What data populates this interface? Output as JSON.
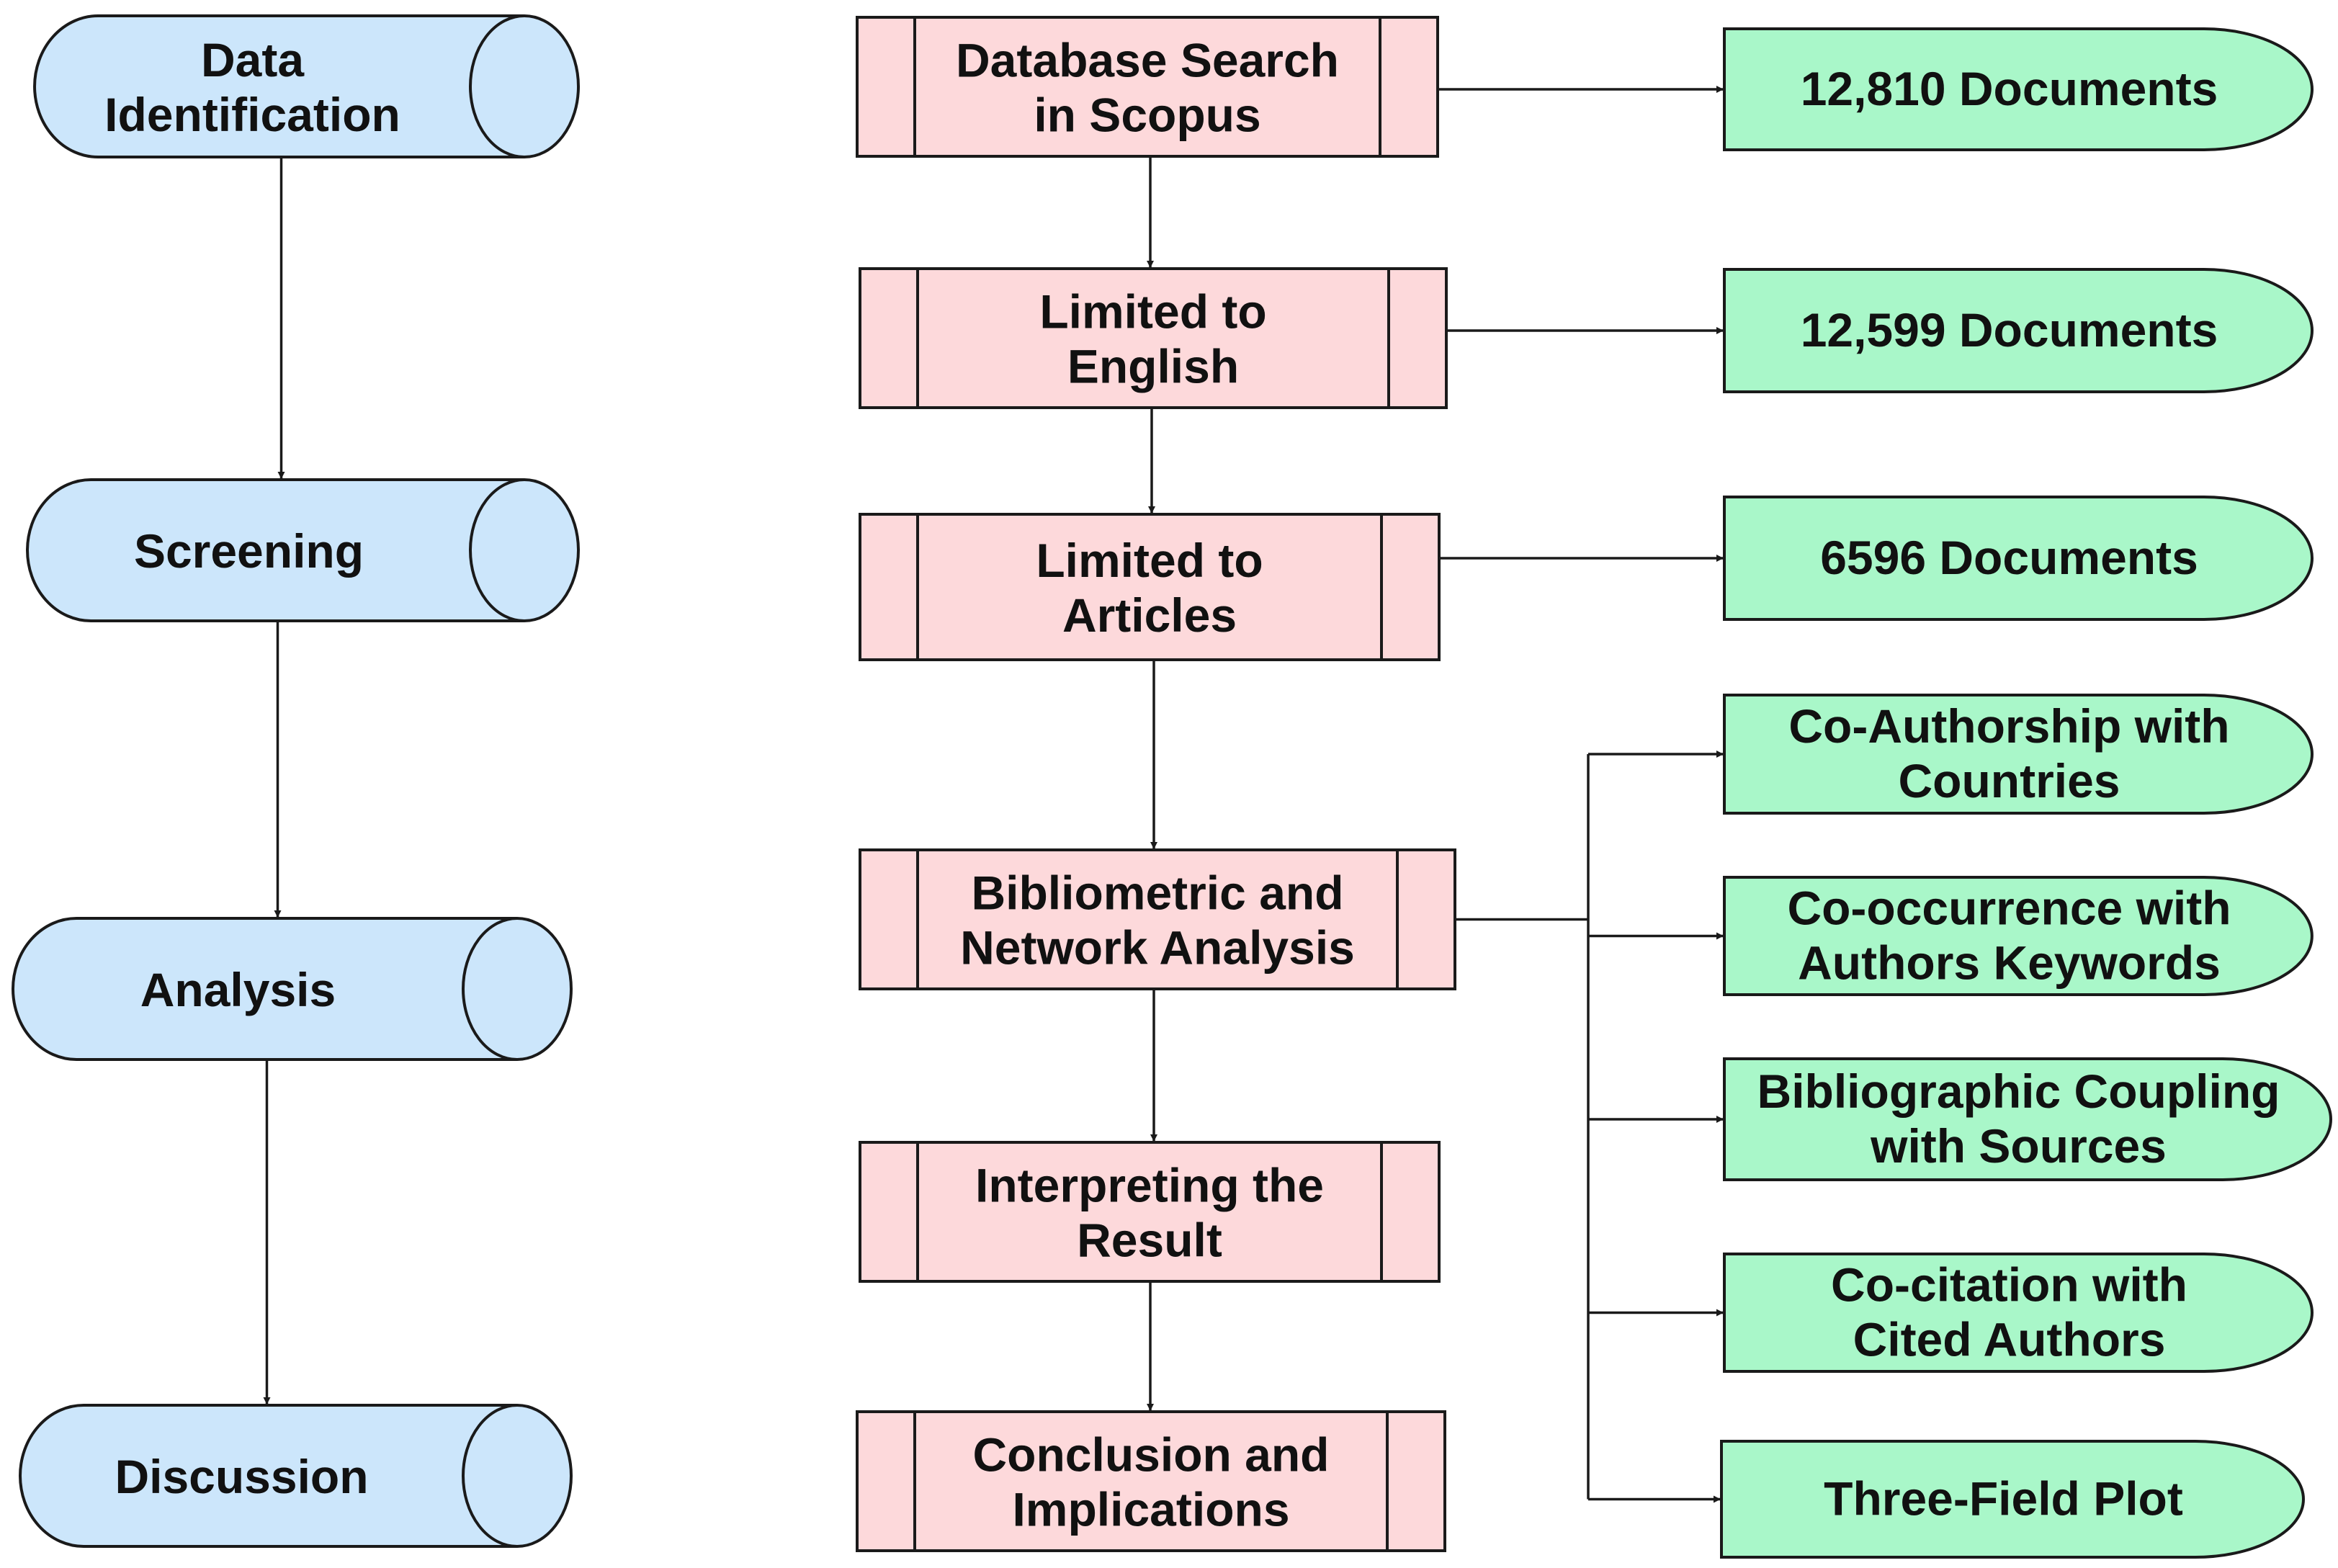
{
  "colors": {
    "phase_fill": "#cce6fb",
    "process_fill": "#fdd9db",
    "result_fill": "#a9f7c9",
    "line": "#1a1a1a",
    "text": "#111111"
  },
  "phases": [
    {
      "id": "phase-data-identification",
      "lines": [
        "Data",
        "Identification"
      ]
    },
    {
      "id": "phase-screening",
      "lines": [
        "Screening"
      ]
    },
    {
      "id": "phase-analysis",
      "lines": [
        "Analysis"
      ]
    },
    {
      "id": "phase-discussion",
      "lines": [
        "Discussion"
      ]
    }
  ],
  "steps": [
    {
      "id": "step-database-search",
      "lines": [
        "Database Search",
        "in Scopus"
      ]
    },
    {
      "id": "step-limited-english",
      "lines": [
        "Limited to",
        "English"
      ]
    },
    {
      "id": "step-limited-articles",
      "lines": [
        "Limited to",
        "Articles"
      ]
    },
    {
      "id": "step-bibliometric-analysis",
      "lines": [
        "Bibliometric and",
        "Network Analysis"
      ]
    },
    {
      "id": "step-interpreting-result",
      "lines": [
        "Interpreting the",
        "Result"
      ]
    },
    {
      "id": "step-conclusion",
      "lines": [
        "Conclusion and",
        "Implications"
      ]
    }
  ],
  "results": [
    {
      "id": "result-12810-documents",
      "lines": [
        "12,810 Documents"
      ]
    },
    {
      "id": "result-12599-documents",
      "lines": [
        "12,599 Documents"
      ]
    },
    {
      "id": "result-6596-documents",
      "lines": [
        "6596 Documents"
      ]
    },
    {
      "id": "result-co-authorship",
      "lines": [
        "Co-Authorship with",
        "Countries"
      ]
    },
    {
      "id": "result-co-occurrence",
      "lines": [
        "Co-occurrence with",
        "Authors Keywords"
      ]
    },
    {
      "id": "result-bibliographic-coupling",
      "lines": [
        "Bibliographic Coupling",
        "with Sources"
      ]
    },
    {
      "id": "result-co-citation",
      "lines": [
        "Co-citation with",
        "Cited Authors"
      ]
    },
    {
      "id": "result-three-field-plot",
      "lines": [
        "Three-Field Plot"
      ]
    }
  ],
  "edges": [
    {
      "from": "phase-data-identification",
      "to": "phase-screening"
    },
    {
      "from": "phase-screening",
      "to": "phase-analysis"
    },
    {
      "from": "phase-analysis",
      "to": "phase-discussion"
    },
    {
      "from": "step-database-search",
      "to": "step-limited-english"
    },
    {
      "from": "step-limited-english",
      "to": "step-limited-articles"
    },
    {
      "from": "step-limited-articles",
      "to": "step-bibliometric-analysis"
    },
    {
      "from": "step-bibliometric-analysis",
      "to": "step-interpreting-result"
    },
    {
      "from": "step-interpreting-result",
      "to": "step-conclusion"
    },
    {
      "from": "step-database-search",
      "to": "result-12810-documents"
    },
    {
      "from": "step-limited-english",
      "to": "result-12599-documents"
    },
    {
      "from": "step-limited-articles",
      "to": "result-6596-documents"
    },
    {
      "from": "step-bibliometric-analysis",
      "to": "result-co-authorship"
    },
    {
      "from": "step-bibliometric-analysis",
      "to": "result-co-occurrence"
    },
    {
      "from": "step-bibliometric-analysis",
      "to": "result-bibliographic-coupling"
    },
    {
      "from": "step-bibliometric-analysis",
      "to": "result-co-citation"
    },
    {
      "from": "step-bibliometric-analysis",
      "to": "result-three-field-plot"
    }
  ]
}
